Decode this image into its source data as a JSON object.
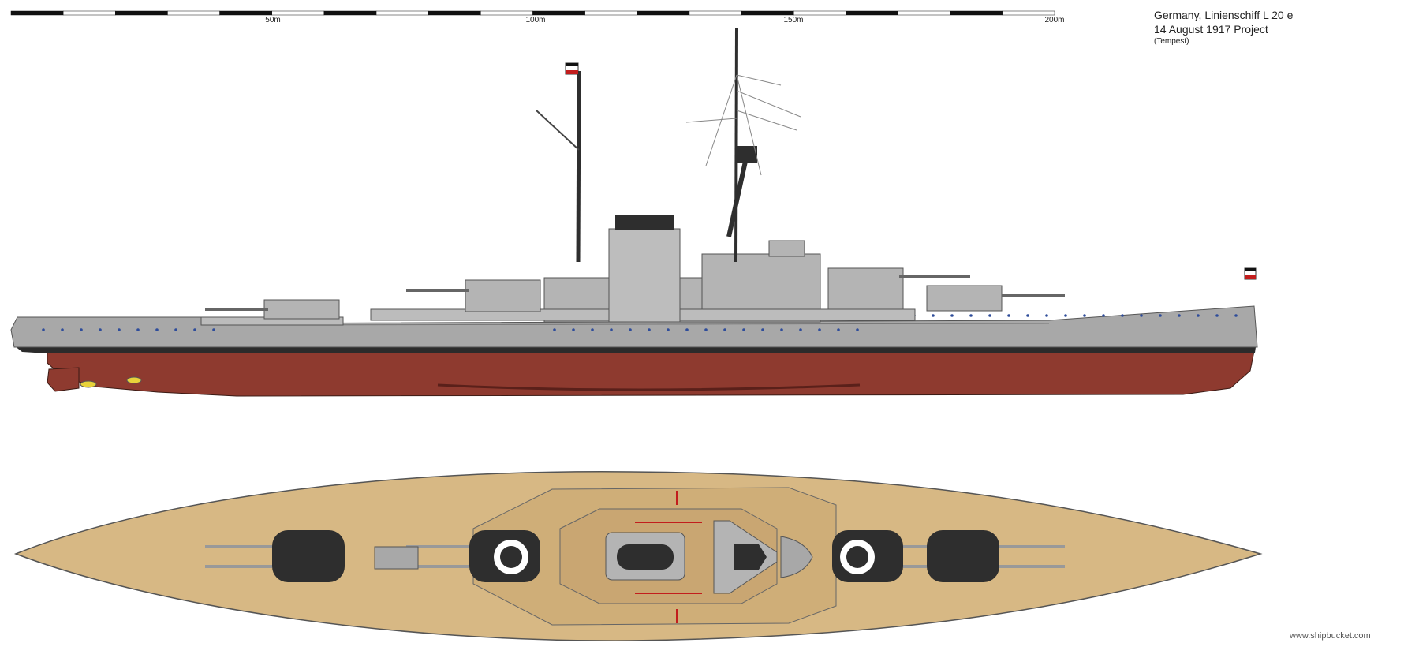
{
  "caption": {
    "line1": "Germany, Linienschiff L 20 e",
    "line2": "14 August 1917 Project",
    "line3": "(Tempest)"
  },
  "scale": {
    "labels": [
      "50m",
      "100m",
      "150m",
      "200m"
    ],
    "max_m": 200
  },
  "watermark": "www.shipbucket.com",
  "colors": {
    "hull_grey": "#a8a8a8",
    "antifouling_red": "#8e3a2f",
    "boot_topping": "#2b2b2b",
    "deck_tan": "#d7b884",
    "turret_black": "#2e2e2e",
    "superstructure_grey": "#b4b4b4"
  }
}
